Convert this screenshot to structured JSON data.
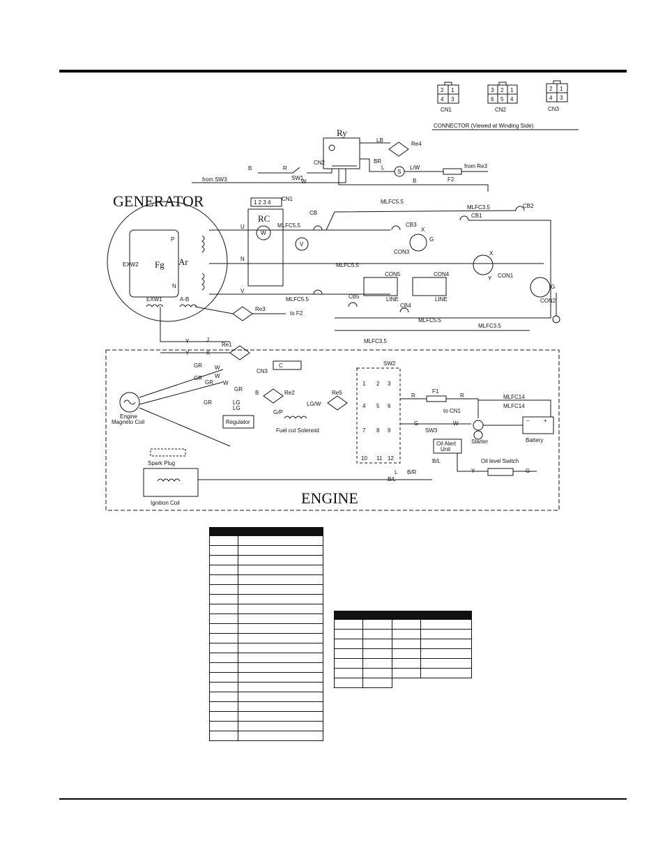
{
  "connectors": {
    "cn1": {
      "pins": [
        "2",
        "1",
        "4",
        "3"
      ],
      "label": "CN1"
    },
    "cn2": {
      "pins": [
        "3",
        "2",
        "1",
        "6",
        "5",
        "4"
      ],
      "label": "CN2"
    },
    "cn3": {
      "pins": [
        "2",
        "1",
        "4",
        "3"
      ],
      "label": "CN3"
    },
    "caption": "CONNECTOR (Viewed at Winding Side)"
  },
  "sections": {
    "generator": "GENERATOR",
    "engine": "ENGINE"
  },
  "labels": {
    "ry": "Ry",
    "cn2_block": "CN2",
    "re4": "Re4",
    "lb": "LB",
    "br": "BR",
    "s": "S",
    "l": "L",
    "lw": "L/W",
    "from_re3": "from Re3",
    "f2": "F2",
    "from_sw3": "from SW3",
    "b": "B",
    "r": "R",
    "sw1": "SW1",
    "w": "W",
    "cn1_block": "CN1",
    "cn1_pins": "1 2 3 4",
    "cb": "CB",
    "mlfc55_a": "MLFC5.5",
    "mlfc35_a": "MLFC3.5",
    "cb2": "CB2",
    "cb1": "CB1",
    "cb3": "CB3",
    "rc": "RC",
    "w_meter": "W",
    "u": "U",
    "mlfc55_b": "MLFC5.5",
    "v_meter": "V",
    "con3": "CON3",
    "g": "G",
    "x": "X",
    "y": "Y",
    "con1": "CON1",
    "n": "N",
    "mlfc55_c": "MLFC5.5",
    "con5": "CON5",
    "con4": "CON4",
    "line": "LINE",
    "con2": "CON2",
    "v": "V",
    "mlfc55_d": "MLFC5.5",
    "cb5": "CB5",
    "cb4": "CB4",
    "exw2": "EXW2",
    "fg": "Fg",
    "ar": "Ar",
    "p": "P",
    "n2": "N",
    "exw1": "EXW1",
    "ab": "A-B",
    "re3": "Re3",
    "to_f2": "to F2",
    "mlfc55_e": "MLFC5.5",
    "mlfc35_b": "MLFC3.5",
    "mlfc35_c": "MLFC3.5",
    "j": "J",
    "k": "K",
    "re1": "Re1",
    "c": "C",
    "cn3_block": "CN3",
    "sw2": "SW2",
    "gr": "GR",
    "lg": "LG",
    "re2": "Re2",
    "re5": "Re5",
    "lgw": "LG/W",
    "engine_magneto": "Engine",
    "magneto_coil": "Magneto Coil",
    "regulator": "Regulator",
    "fuel_cut": "Fuel cut Solenoid",
    "gp": "G/P",
    "f1": "F1",
    "mlfc14_a": "MLFC14",
    "mlfc14_b": "MLFC14",
    "to_cn1": "to CN1",
    "sw3": "SW3",
    "starter": "Starter",
    "battery": "Battery",
    "minus": "−",
    "plus": "+",
    "spark_plug": "Spark Plug",
    "oil_alert": "Oil Alert",
    "unit": "Unit",
    "oil_level": "Oil level Switch",
    "ignition": "Ignition Coil",
    "bl": "B/L",
    "br2": "B/R",
    "sw2_1": "1",
    "sw2_2": "2",
    "sw2_3": "3",
    "sw2_4": "4",
    "sw2_5": "5",
    "sw2_6": "6",
    "sw2_7": "7",
    "sw2_8": "8",
    "sw2_9": "9",
    "sw2_10": "10",
    "sw2_11": "11",
    "sw2_12": "12"
  },
  "table1": {
    "rows": 21
  },
  "table2": {
    "rows": 7
  }
}
